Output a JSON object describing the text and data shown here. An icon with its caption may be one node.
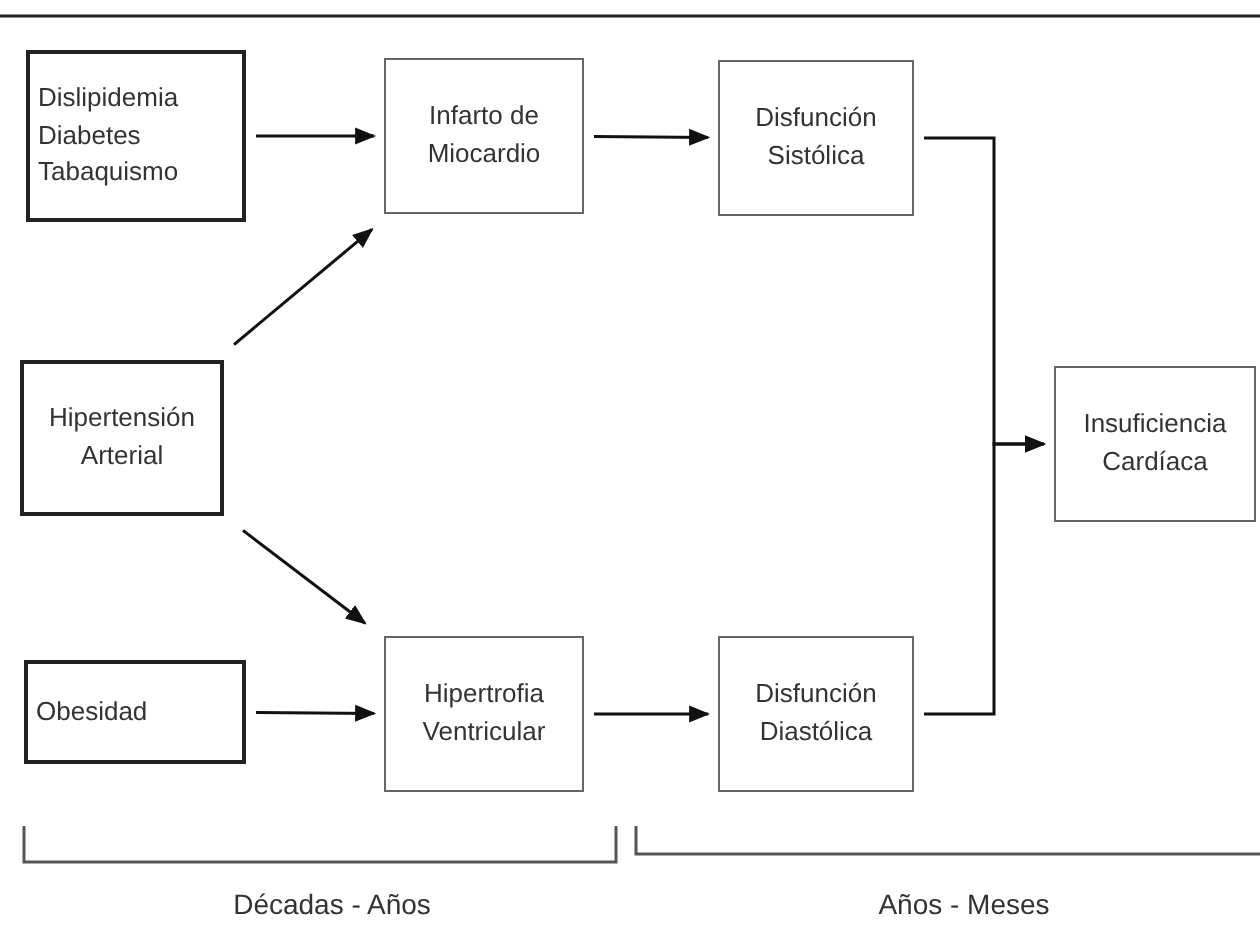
{
  "diagram": {
    "nodes": [
      {
        "text": [
          "Dislipidemia",
          "Diabetes",
          "Tabaquismo"
        ]
      },
      {
        "text": [
          "Infarto de Miocardio"
        ]
      },
      {
        "text": [
          "Disfunción Sistólica"
        ]
      },
      {
        "text": [
          "Hipertensión Arterial"
        ]
      },
      {
        "text": [
          "Insuficiencia Cardíaca"
        ]
      },
      {
        "text": [
          "Obesidad"
        ]
      },
      {
        "text": [
          "Hipertrofia Ventricular"
        ]
      },
      {
        "text": [
          "Disfunción Diastólica"
        ]
      }
    ],
    "edges": [
      {
        "from": 0,
        "to": 1,
        "arrow": "to"
      },
      {
        "from": 1,
        "to": 2,
        "arrow": "to"
      },
      {
        "from": 3,
        "to": 1,
        "arrow": "to"
      },
      {
        "from": 3,
        "to": 6,
        "arrow": "to"
      },
      {
        "from": 5,
        "to": 6,
        "arrow": "to"
      },
      {
        "from": 6,
        "to": 7,
        "arrow": "to"
      },
      {
        "from": 2,
        "to": 4,
        "arrow": "to"
      },
      {
        "from": 7,
        "to": 4,
        "arrow": "to"
      }
    ],
    "labels": [
      "Décadas - Años",
      "Años - Meses"
    ]
  }
}
